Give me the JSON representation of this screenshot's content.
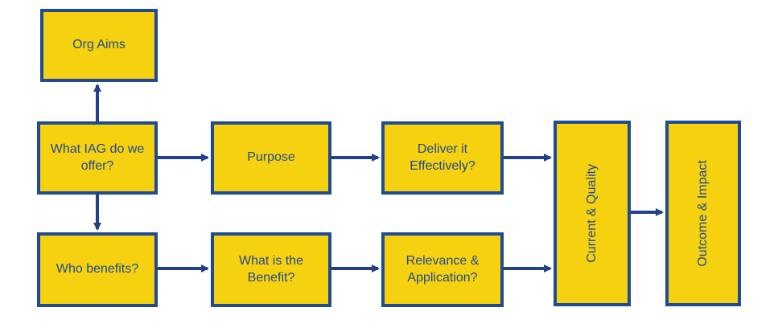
{
  "diagram": {
    "colors": {
      "box_fill": "#f6d10f",
      "box_border": "#1f4a94",
      "text": "#1f4a94",
      "arrow": "#23408f"
    },
    "nodes": {
      "org_aims": "Org Aims",
      "what_iag": "What IAG do we offer?",
      "who_benefits": "Who benefits?",
      "purpose": "Purpose",
      "what_is_benefit": "What is the Benefit?",
      "deliver": "Deliver it Effectively?",
      "relevance": "Relevance & Application?",
      "current_quality": "Current & Quality",
      "outcome_impact": "Outcome & Impact"
    },
    "edges": [
      {
        "from": "what_iag",
        "to": "org_aims"
      },
      {
        "from": "what_iag",
        "to": "purpose"
      },
      {
        "from": "what_iag",
        "to": "who_benefits"
      },
      {
        "from": "purpose",
        "to": "deliver"
      },
      {
        "from": "deliver",
        "to": "current_quality"
      },
      {
        "from": "who_benefits",
        "to": "what_is_benefit"
      },
      {
        "from": "what_is_benefit",
        "to": "relevance"
      },
      {
        "from": "relevance",
        "to": "current_quality"
      },
      {
        "from": "current_quality",
        "to": "outcome_impact"
      }
    ]
  }
}
